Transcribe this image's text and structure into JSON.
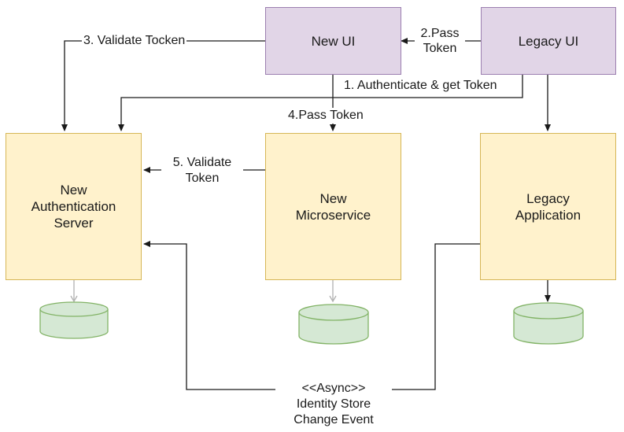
{
  "nodes": {
    "new_ui": "New UI",
    "legacy_ui": "Legacy UI",
    "auth_server": "New\nAuthentication\nServer",
    "microservice": "New\nMicroservice",
    "legacy_app": "Legacy\nApplication"
  },
  "edges": {
    "validate_token_3": "3. Validate Tocken",
    "pass_token_2": "2.Pass\nToken",
    "authenticate_1": "1. Authenticate & get Token",
    "pass_token_4": "4.Pass Token",
    "validate_token_5": "5. Validate\nToken",
    "async_event": "<<Async>>\nIdentity Store\nChange Event"
  },
  "colors": {
    "purple_fill": "#e1d5e7",
    "purple_stroke": "#9c7fb0",
    "yellow_fill": "#fff2cc",
    "yellow_stroke": "#d6b656",
    "db_fill": "#d5e8d4",
    "db_stroke": "#82b366"
  }
}
